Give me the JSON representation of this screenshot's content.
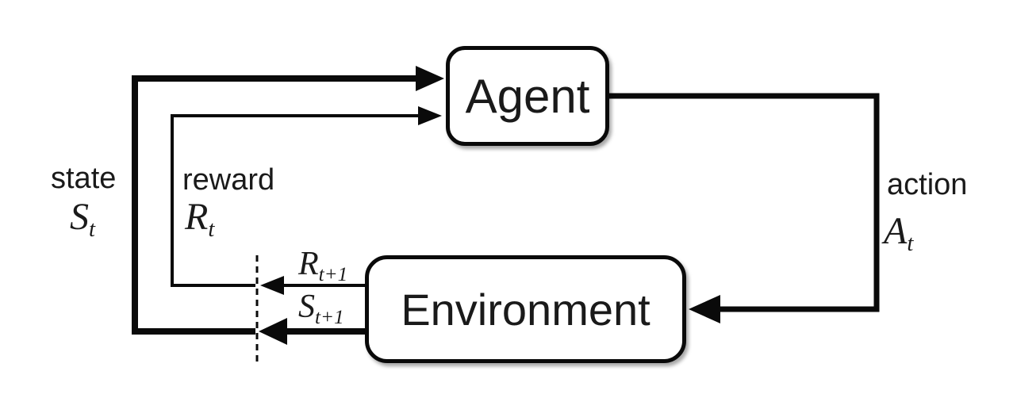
{
  "diagram": {
    "background": "#ffffff",
    "ink": "#000000",
    "nodes": {
      "agent": {
        "label": "Agent"
      },
      "environment": {
        "label": "Environment"
      }
    },
    "edges": {
      "state": {
        "word": "state",
        "sym": "S",
        "sub": "t"
      },
      "reward": {
        "word": "reward",
        "sym": "R",
        "sub": "t"
      },
      "action": {
        "word": "action",
        "sym": "A",
        "sub": "t"
      },
      "next_reward": {
        "sym": "R",
        "sub": "t+1"
      },
      "next_state": {
        "sym": "S",
        "sub": "t+1"
      }
    }
  }
}
